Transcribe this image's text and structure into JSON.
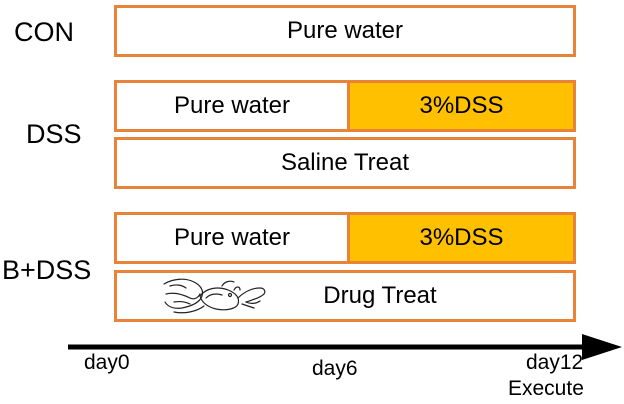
{
  "groups": [
    {
      "label": "CON",
      "rows": [
        {
          "segments": [
            {
              "text": "Pure water",
              "kind": "water"
            }
          ]
        }
      ]
    },
    {
      "label": "DSS",
      "rows": [
        {
          "segments": [
            {
              "text": "Pure water",
              "kind": "water"
            },
            {
              "text": "3%DSS",
              "kind": "dss"
            }
          ]
        },
        {
          "segments": [
            {
              "text": "Saline Treat",
              "kind": "treat"
            }
          ]
        }
      ]
    },
    {
      "label": "B+DSS",
      "rows": [
        {
          "segments": [
            {
              "text": "Pure water",
              "kind": "water"
            },
            {
              "text": "3%DSS",
              "kind": "dss"
            }
          ]
        },
        {
          "segments": [
            {
              "text": "Drug Treat",
              "kind": "treat",
              "icon": "gavage-hand-mouse-icon"
            }
          ]
        }
      ]
    }
  ],
  "timeline": {
    "ticks": [
      "day0",
      "day6",
      "day12"
    ],
    "end_note": "Execute"
  },
  "colors": {
    "border": "#e8843a",
    "dss_fill": "#ffc000",
    "arrow": "#000000"
  }
}
